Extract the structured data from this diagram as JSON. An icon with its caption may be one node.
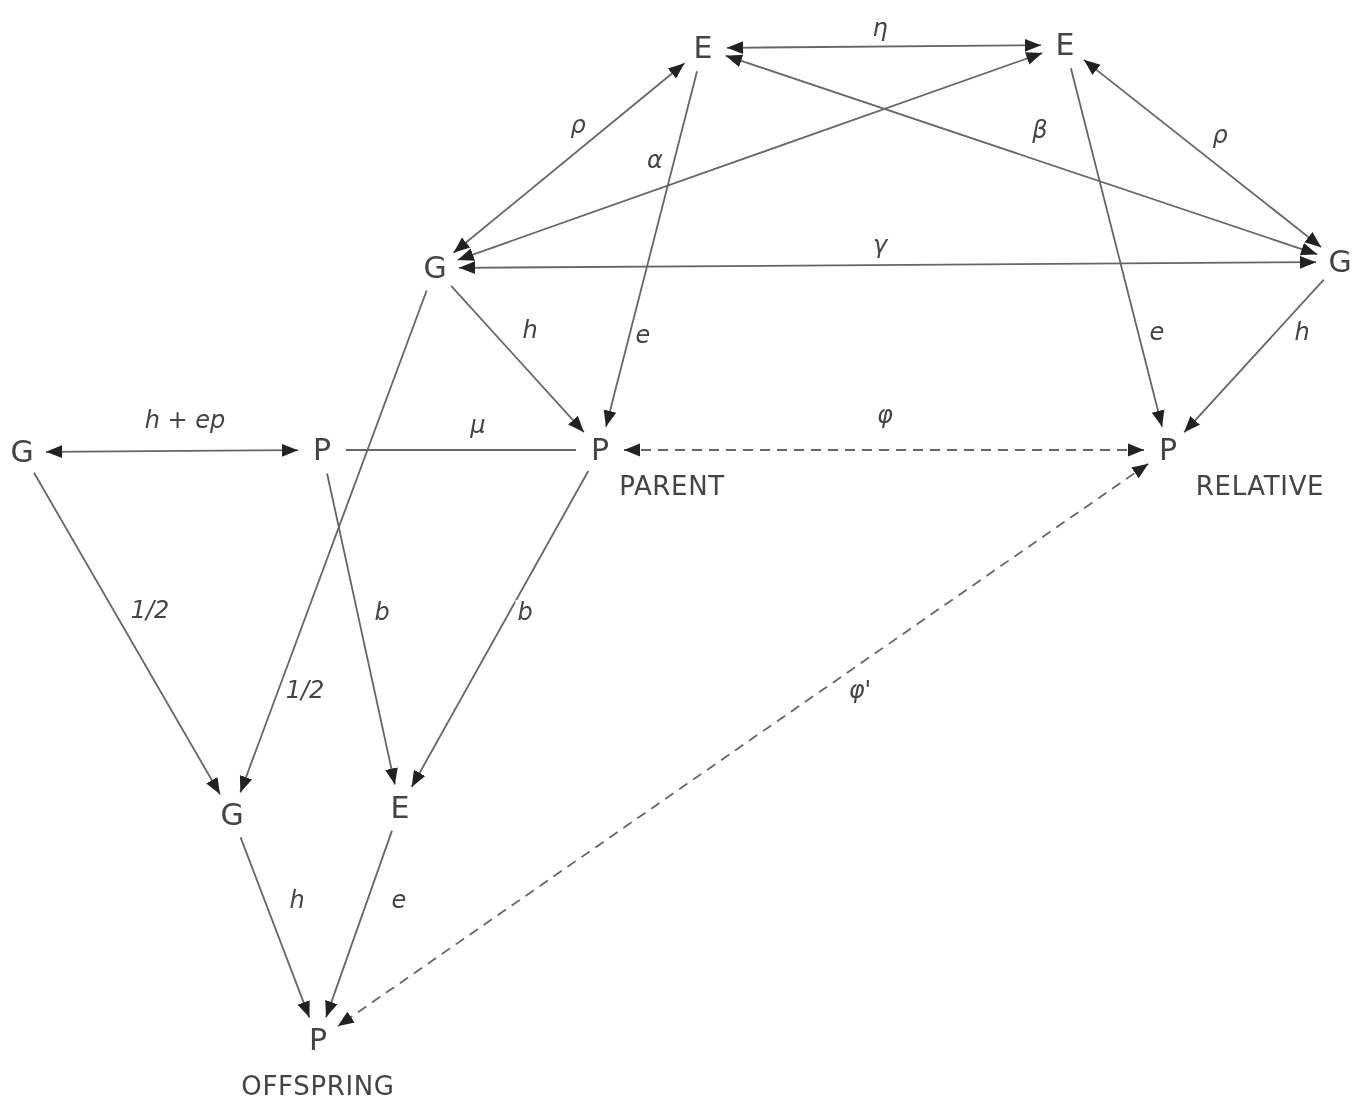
{
  "diagram": {
    "nodes": [
      {
        "text": [
          "E"
        ]
      },
      {
        "text": [
          "E"
        ]
      },
      {
        "text": [
          "G"
        ]
      },
      {
        "text": [
          "G"
        ]
      },
      {
        "text": [
          "G"
        ]
      },
      {
        "text": [
          "P"
        ]
      },
      {
        "text": [
          "P"
        ],
        "beside": [
          "PARENT"
        ]
      },
      {
        "text": [
          "P"
        ],
        "beside": [
          "RELATIVE"
        ]
      },
      {
        "text": [
          "G"
        ]
      },
      {
        "text": [
          "E"
        ]
      },
      {
        "text": [
          "P"
        ],
        "beside": [
          "OFFSPRING"
        ]
      }
    ],
    "edges": [
      {
        "from": 0,
        "to": 1,
        "arrow": "both",
        "label": "η"
      },
      {
        "from": 2,
        "to": 0,
        "arrow": "both",
        "label": "ρ"
      },
      {
        "from": 2,
        "to": 1,
        "arrow": "both",
        "label": "α"
      },
      {
        "from": 3,
        "to": 0,
        "arrow": "both",
        "label": "β"
      },
      {
        "from": 3,
        "to": 1,
        "arrow": "both",
        "label": "ρ"
      },
      {
        "from": 2,
        "to": 3,
        "arrow": "both",
        "label": "γ"
      },
      {
        "from": 2,
        "to": 6,
        "arrow": "to",
        "label": "h"
      },
      {
        "from": 0,
        "to": 6,
        "arrow": "to",
        "label": "e"
      },
      {
        "from": 1,
        "to": 7,
        "arrow": "to",
        "label": "e"
      },
      {
        "from": 3,
        "to": 7,
        "arrow": "to",
        "label": "h"
      },
      {
        "from": 4,
        "to": 5,
        "arrow": "both",
        "label": "h + ep"
      },
      {
        "from": 5,
        "to": 6,
        "arrow": "none",
        "label": "μ"
      },
      {
        "from": 6,
        "to": 7,
        "arrow": "both",
        "label": "φ",
        "style": "dashed"
      },
      {
        "from": 7,
        "to": 10,
        "arrow": "both",
        "label": "φ'",
        "style": "dashed"
      },
      {
        "from": 4,
        "to": 8,
        "arrow": "to",
        "label": "1/2"
      },
      {
        "from": 2,
        "to": 8,
        "arrow": "to",
        "label": "1/2"
      },
      {
        "from": 5,
        "to": 9,
        "arrow": "to",
        "label": "b"
      },
      {
        "from": 6,
        "to": 9,
        "arrow": "to",
        "label": "b"
      },
      {
        "from": 8,
        "to": 10,
        "arrow": "to",
        "label": "h"
      },
      {
        "from": 9,
        "to": 10,
        "arrow": "to",
        "label": "e"
      }
    ]
  }
}
